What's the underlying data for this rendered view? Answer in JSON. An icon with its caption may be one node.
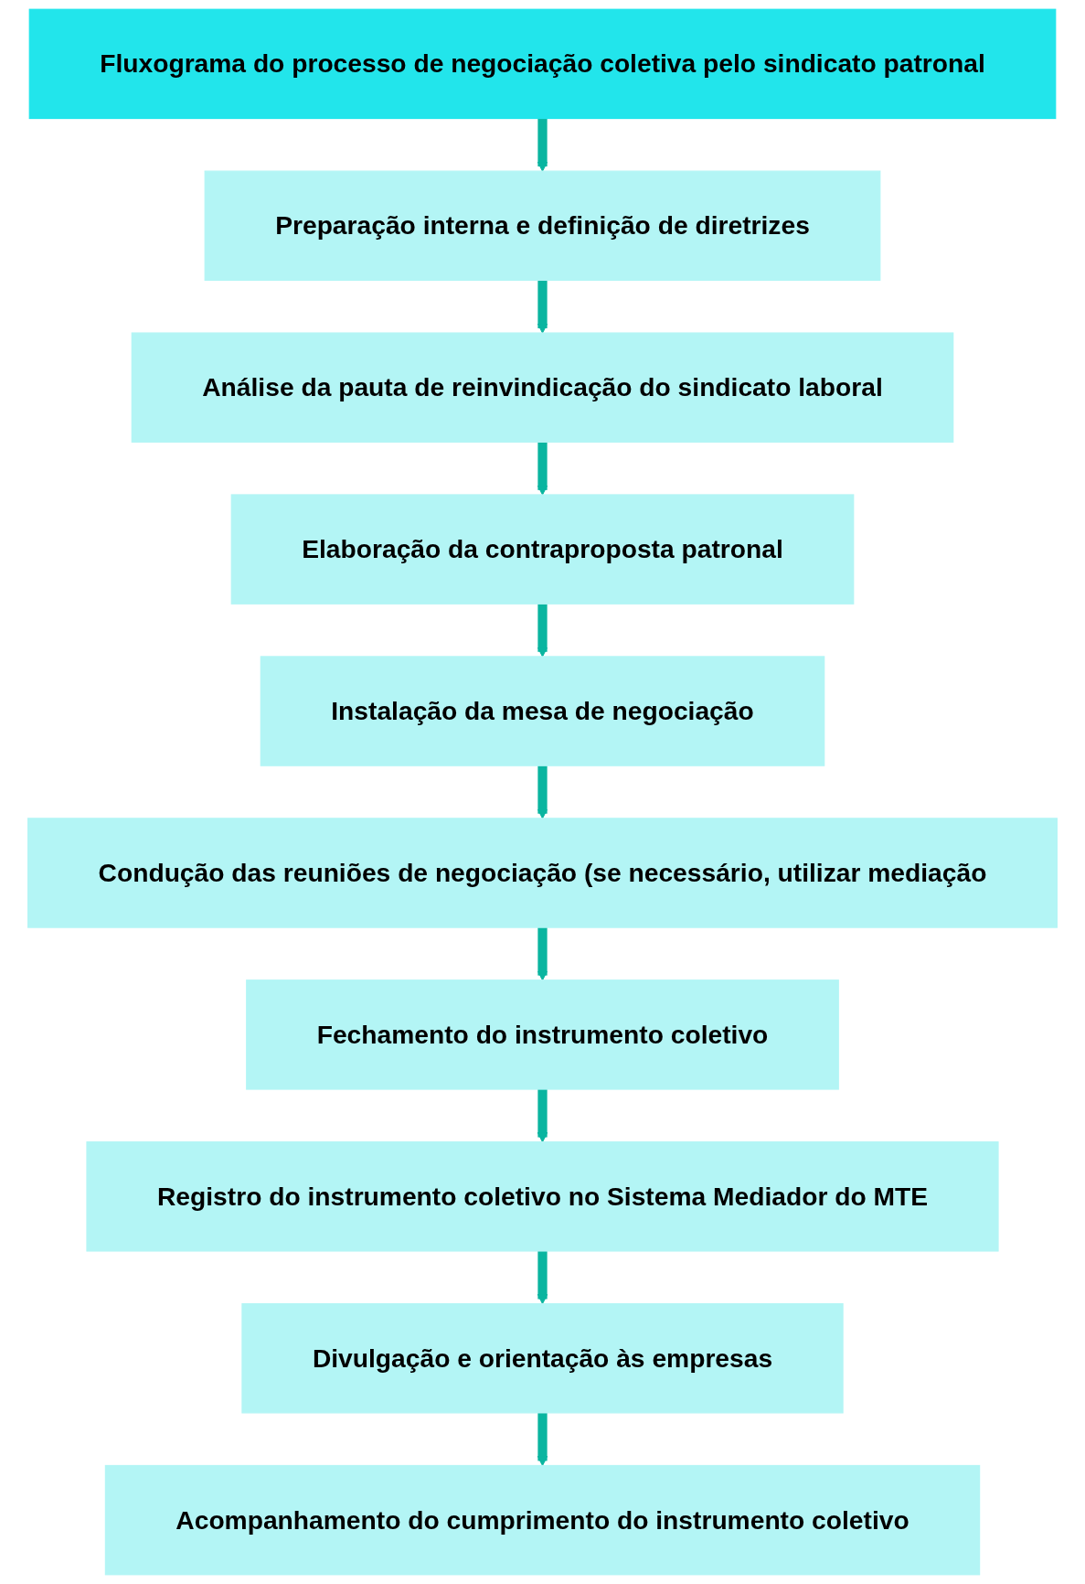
{
  "diagram": {
    "nodes": [
      {
        "text": [
          "Fluxograma do processo de negociação coletiva pelo sindicato patronal"
        ]
      },
      {
        "text": [
          "Preparação interna e definição de diretrizes"
        ]
      },
      {
        "text": [
          "Análise da pauta de reinvindicação do sindicato laboral"
        ]
      },
      {
        "text": [
          "Elaboração da contraproposta patronal"
        ]
      },
      {
        "text": [
          "Instalação da mesa de negociação"
        ]
      },
      {
        "text": [
          "Condução das reuniões de negociação (se necessário, utilizar mediação"
        ]
      },
      {
        "text": [
          "Fechamento do instrumento coletivo"
        ]
      },
      {
        "text": [
          "Registro do instrumento coletivo no Sistema Mediador do MTE"
        ]
      },
      {
        "text": [
          "Divulgação e orientação às empresas"
        ]
      },
      {
        "text": [
          "Acompanhamento do cumprimento do instrumento coletivo"
        ]
      }
    ],
    "edges": [
      {
        "from": 0,
        "to": 1,
        "arrow": "to"
      },
      {
        "from": 1,
        "to": 2,
        "arrow": "to"
      },
      {
        "from": 2,
        "to": 3,
        "arrow": "to"
      },
      {
        "from": 3,
        "to": 4,
        "arrow": "to"
      },
      {
        "from": 4,
        "to": 5,
        "arrow": "to"
      },
      {
        "from": 5,
        "to": 6,
        "arrow": "to"
      },
      {
        "from": 6,
        "to": 7,
        "arrow": "to"
      },
      {
        "from": 7,
        "to": 8,
        "arrow": "to"
      },
      {
        "from": 8,
        "to": 9,
        "arrow": "to"
      }
    ]
  }
}
